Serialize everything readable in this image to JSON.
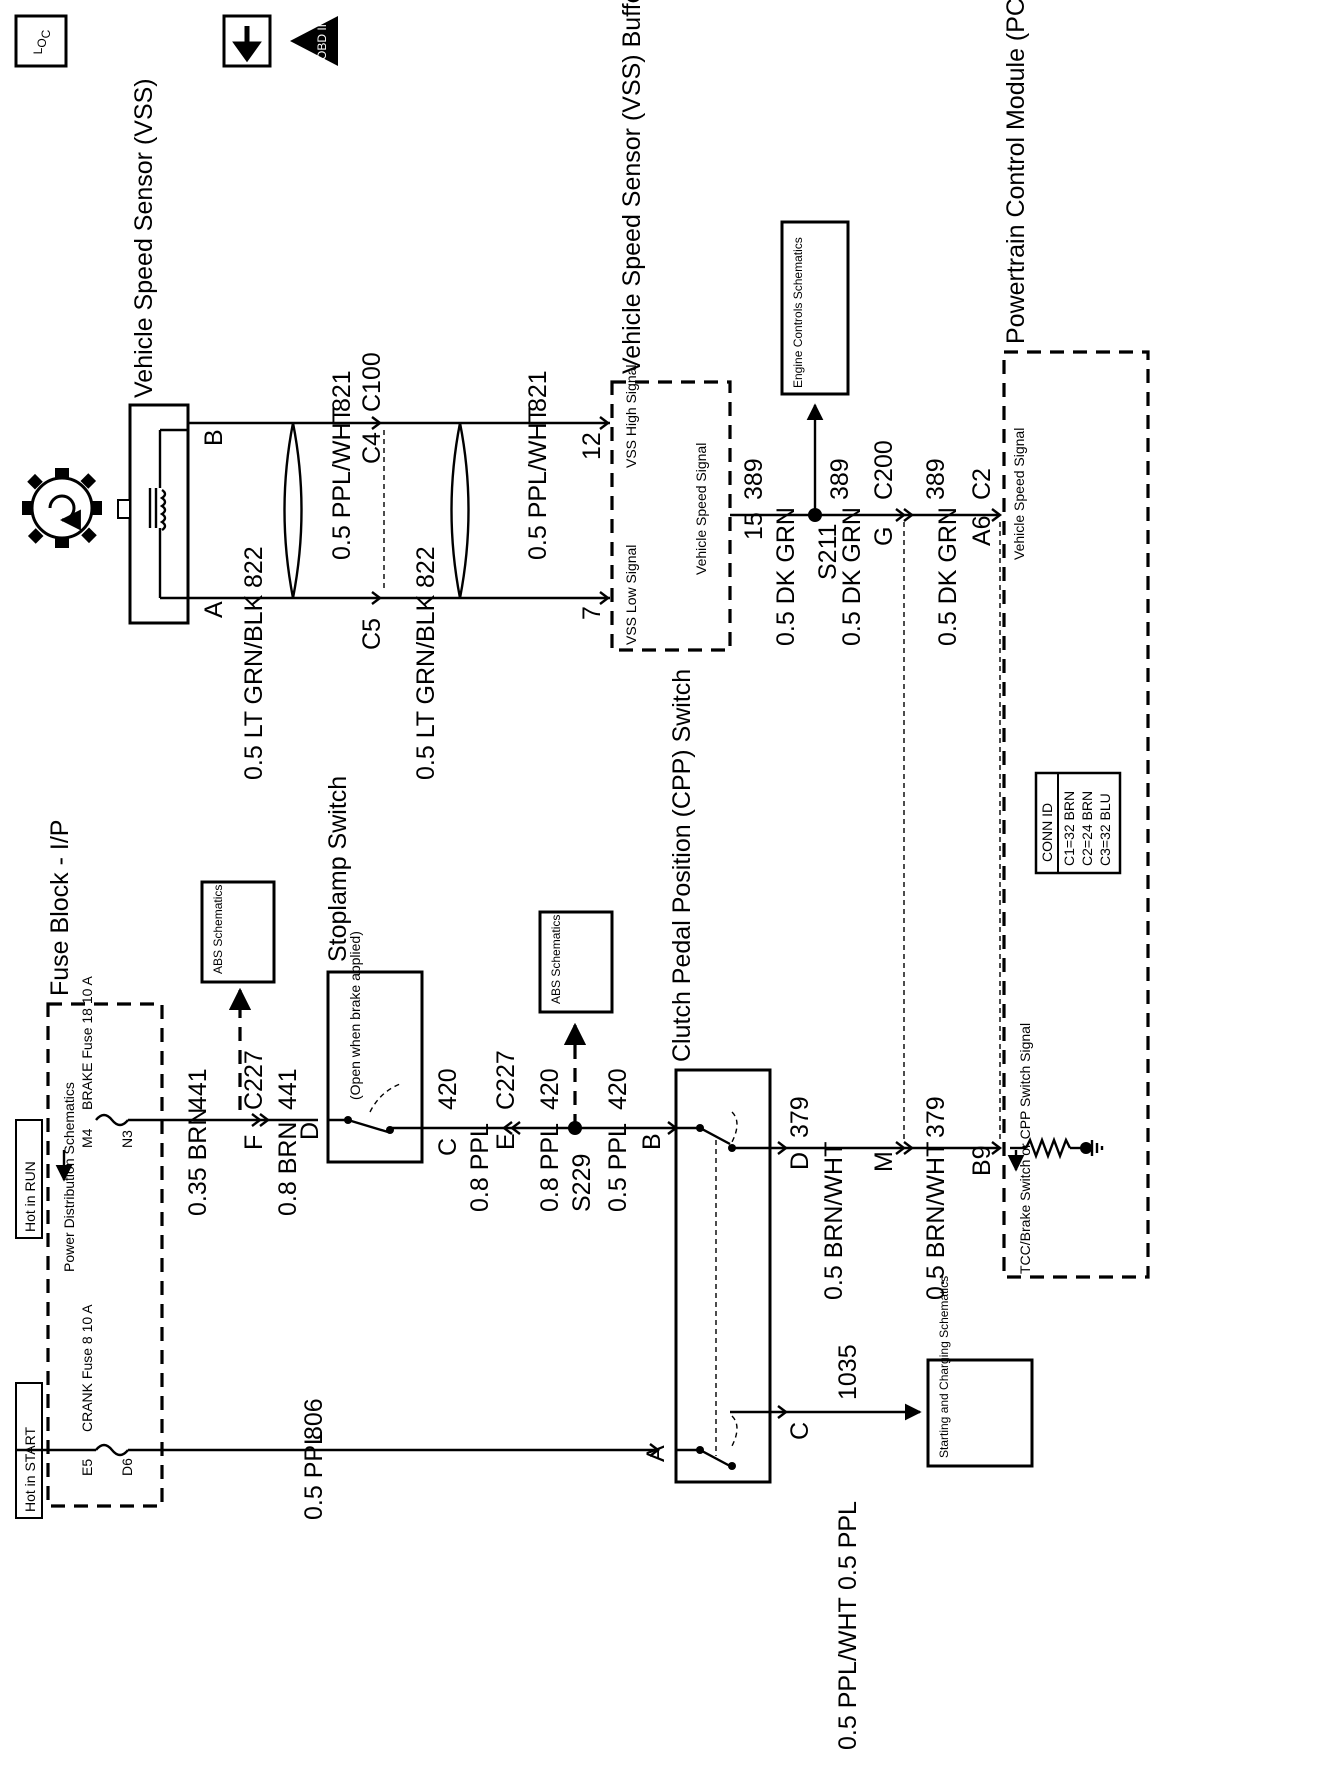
{
  "header": {
    "loc_symbol": "L O C",
    "obd_symbol": "OBD II"
  },
  "colors": {
    "ink": "#000000",
    "paper": "#ffffff"
  },
  "components": {
    "vss": "Vehicle Speed Sensor (VSS)",
    "vss_buffer": "Vehicle Speed Sensor (VSS) Buffer",
    "vss_low": "VSS Low Signal",
    "vss_high": "VSS High Signal",
    "vss_signal": "Vehicle Speed Signal",
    "pcm": "Powertrain Control Module (PCM)",
    "pcm_vss_signal": "Vehicle Speed Signal",
    "pcm_tcc_signal": "TCC/Brake Switch or CPP Switch Signal",
    "engine_controls": "Engine Controls Schematics",
    "fuse_block": "Fuse Block - I/P",
    "hot_in_start": "Hot in START",
    "hot_in_run": "Hot in RUN",
    "power_dist": "Power Distribution Schematics",
    "crank_fuse": "CRANK Fuse 8 10 A",
    "brake_fuse": "BRAKE Fuse 18 10 A",
    "abs1": "ABS Schematics",
    "abs2": "ABS Schematics",
    "stoplamp": "Stoplamp Switch",
    "stoplamp_note": "(Open when brake applied)",
    "cpp": "Clutch Pedal Position (CPP) Switch",
    "starting": "Starting and Charging Schematics"
  },
  "conn_id": {
    "title": "CONN ID",
    "rows": [
      "C1=32 BRN",
      "C2=24 BRN",
      "C3=32 BLU"
    ]
  },
  "wires": {
    "w_lt_grn": "0.5 LT GRN/BLK",
    "w_822": "822",
    "w_ppl_wht": "0.5 PPL/WHT",
    "w_821": "821",
    "w_dk_grn": "0.5 DK GRN",
    "w_389": "389",
    "w_035_brn": "0.35 BRN",
    "w_441": "441",
    "w_08_brn": "0.8 BRN",
    "w_08_ppl": "0.8 PPL",
    "w_420": "420",
    "w_05_ppl": "0.5 PPL",
    "w_05_brn_wht": "0.5 BRN/WHT",
    "w_379": "379",
    "w_806": "806",
    "w_1035": "1035"
  },
  "pins": {
    "a": "A",
    "b": "B",
    "c": "C",
    "d": "D",
    "e": "E",
    "f": "F",
    "g": "G",
    "m": "M",
    "c4": "C4",
    "c5": "C5",
    "c100": "C100",
    "c200": "C200",
    "c227": "C227",
    "c2": "C2",
    "p7": "7",
    "p12": "12",
    "p15": "15",
    "a6": "A6",
    "b9": "B9",
    "s211": "S211",
    "s229": "S229",
    "m4": "M4",
    "n3": "N3",
    "e5": "E5",
    "d6": "D6"
  }
}
